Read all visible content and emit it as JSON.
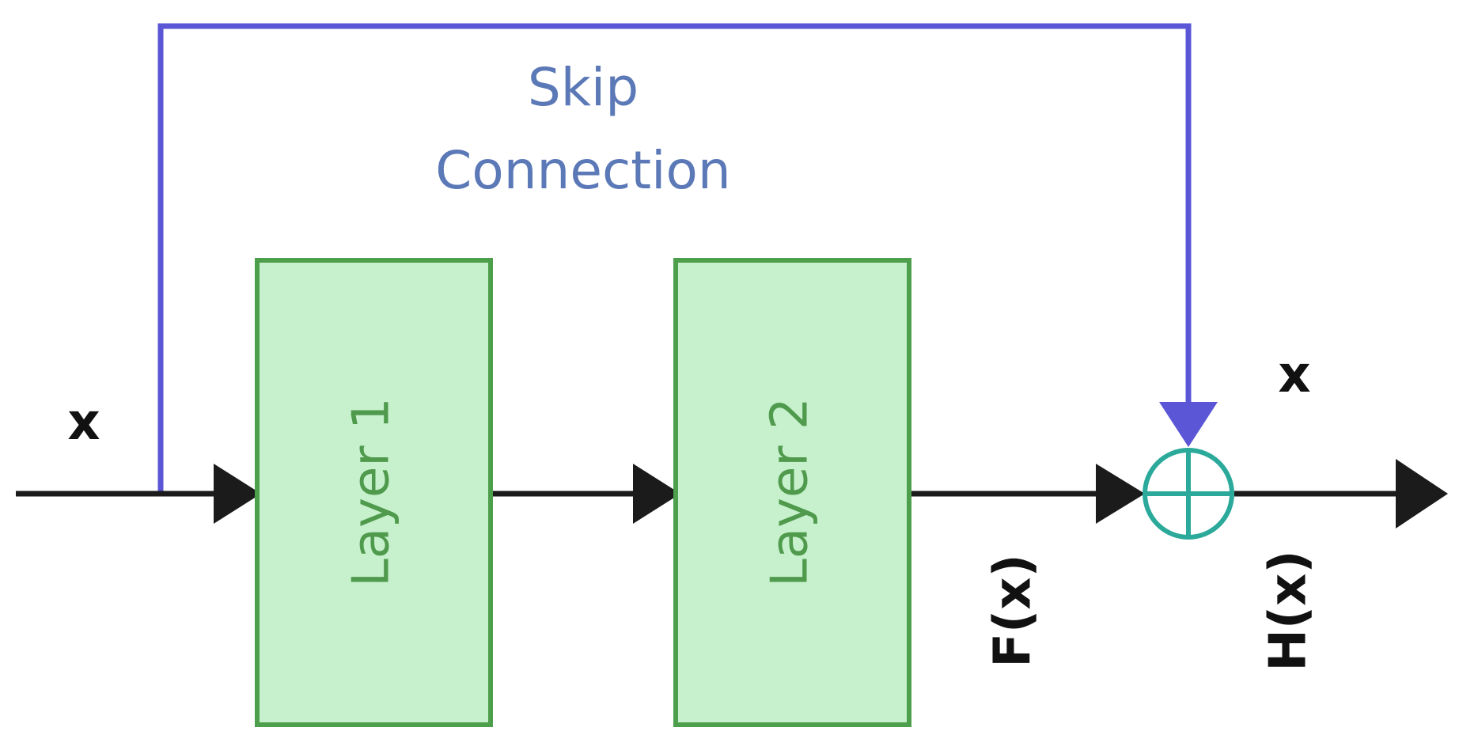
{
  "colors": {
    "layer_fill": "#c6f1cc",
    "layer_stroke": "#4e9f4c",
    "layer_text": "#4f9a4c",
    "skip_line": "#5a56d6",
    "skip_text": "#5b78b7",
    "flow_line": "#1b1b1b",
    "sum_node": "#2ba99a"
  },
  "layers": [
    {
      "label": "Layer 1"
    },
    {
      "label": "Layer 2"
    }
  ],
  "skip_connection": {
    "label_line1": "Skip",
    "label_line2": "Connection"
  },
  "labels": {
    "input_x": "x",
    "skip_x": "x",
    "residual": "F(x)",
    "output": "H(x)"
  },
  "sum_node": {
    "symbol": "circle-plus-icon"
  }
}
